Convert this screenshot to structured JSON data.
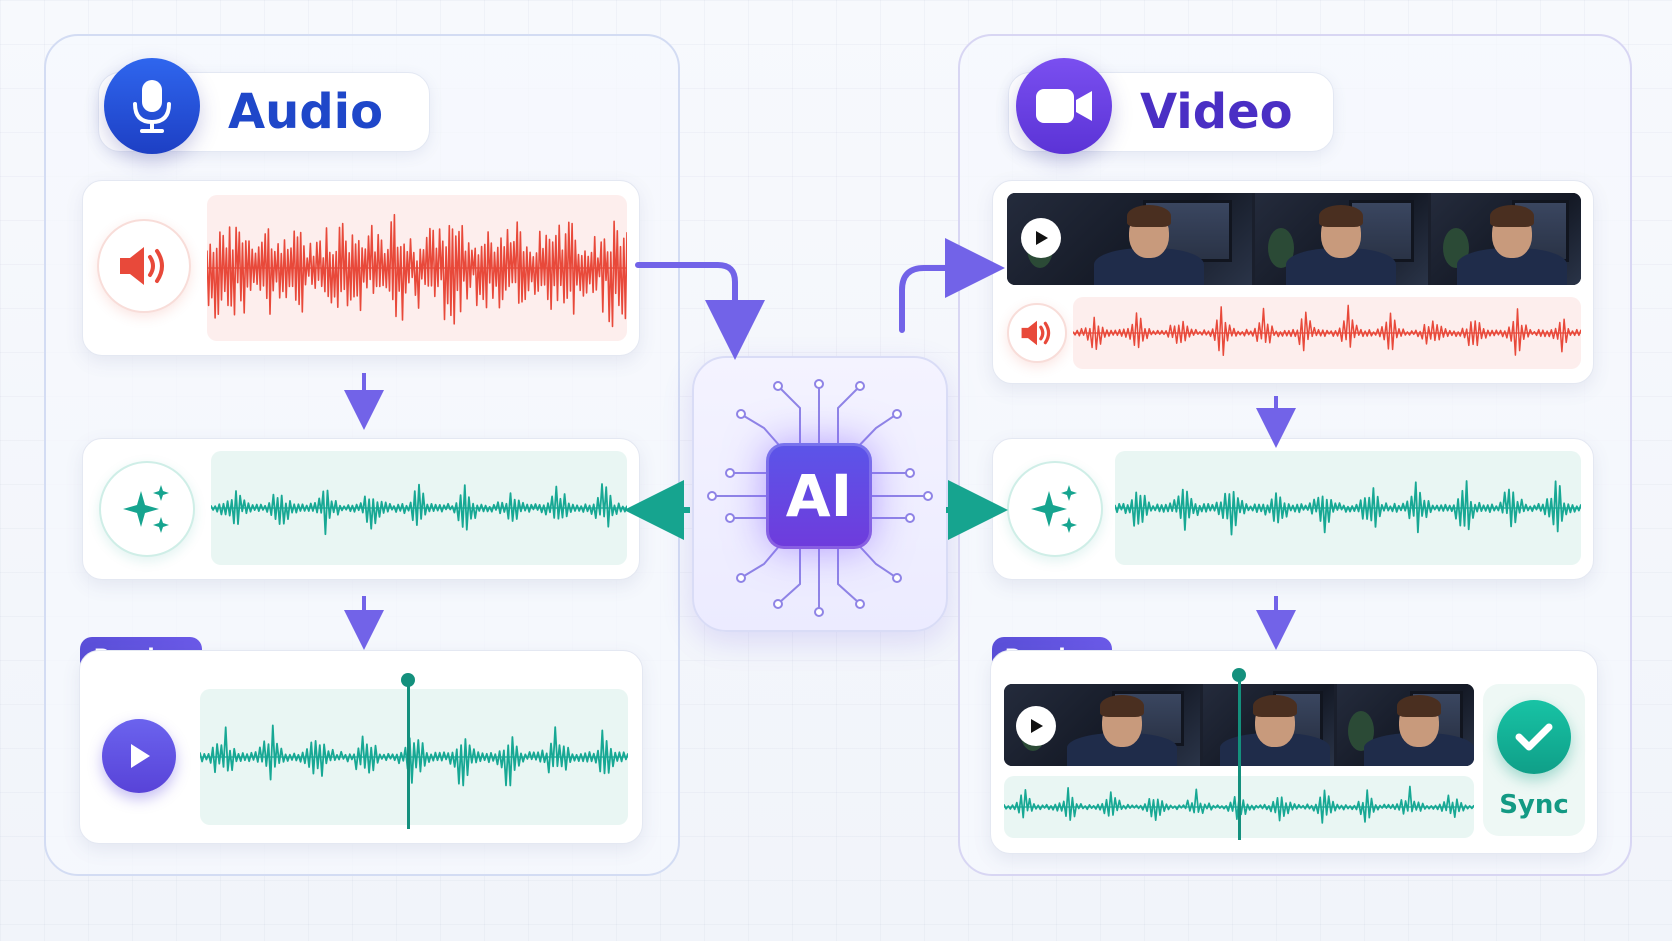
{
  "audio_panel": {
    "title": "Audio",
    "title_color": "#1f47c9",
    "icon": "microphone-icon",
    "source_icon": "speaker-icon",
    "enhance_icon": "sparkle-icon",
    "preview_label": "Preview",
    "preview_icon": "play-icon"
  },
  "video_panel": {
    "title": "Video",
    "title_color": "#4a2fc4",
    "icon": "video-camera-icon",
    "source_icon": "speaker-icon",
    "enhance_icon": "sparkle-icon",
    "preview_label": "Preview",
    "sync_label": "Sync",
    "sync_icon": "checkmark-icon"
  },
  "ai_hub": {
    "label": "AI",
    "icon": "ai-chip-icon"
  },
  "colors": {
    "audio_blue": "#1f4fd6",
    "video_purple": "#6a3de0",
    "waveform_red": "#e8493a",
    "waveform_teal": "#17a894",
    "arrow_purple": "#7263e8",
    "arrow_teal": "#16a48f"
  }
}
